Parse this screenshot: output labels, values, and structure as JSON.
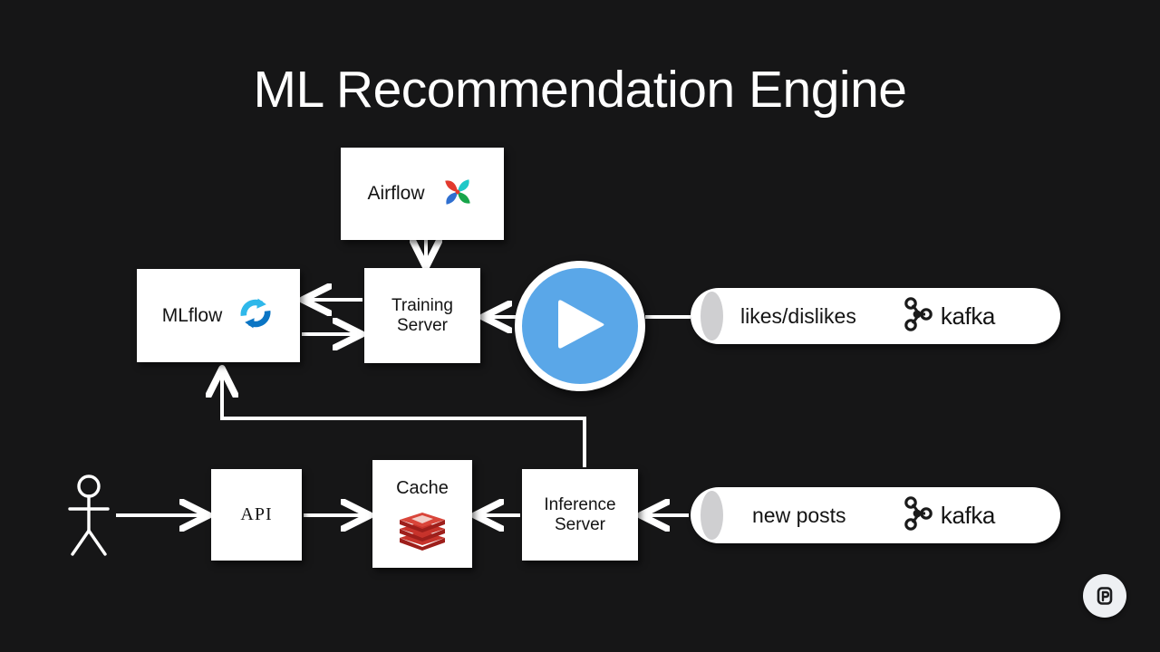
{
  "page": {
    "title": "ML Recommendation Engine",
    "background_color": "#161617",
    "node_fill": "#ffffff",
    "node_text_color": "#141414",
    "connector_color": "#ffffff",
    "accent_blue": "#5aa7e8"
  },
  "nodes": {
    "airflow": {
      "label": "Airflow",
      "icon": "airflow-pinwheel-icon"
    },
    "mlflow": {
      "label": "MLflow",
      "icon": "mlflow-refresh-icon"
    },
    "training_server": {
      "label": "Training\nServer",
      "line1": "Training",
      "line2": "Server"
    },
    "api": {
      "label": "API"
    },
    "cache": {
      "label": "Cache",
      "icon": "redis-stack-icon"
    },
    "inference_server": {
      "label": "Inference\nServer",
      "line1": "Inference",
      "line2": "Server"
    },
    "play_button": {
      "icon": "play-triangle-icon",
      "color": "#5aa7e8"
    },
    "actor": {
      "icon": "stick-figure-user-icon"
    },
    "watermark": {
      "icon": "app-logo-badge-icon",
      "glyph": "P"
    }
  },
  "queues": [
    {
      "id": "likes",
      "label": "likes/dislikes",
      "platform": "kafka",
      "icon": "kafka-logo-icon"
    },
    {
      "id": "posts",
      "label": "new posts",
      "platform": "kafka",
      "icon": "kafka-logo-icon"
    }
  ],
  "icon_colors": {
    "airflow_red": "#e23a2e",
    "airflow_teal": "#1ec8c8",
    "airflow_blue": "#2f6fd0",
    "airflow_green": "#17a54a",
    "mlflow_light": "#2fb8ea",
    "mlflow_dark": "#0b75c4",
    "redis_dark": "#9e1f1b",
    "redis_mid": "#c7332b",
    "redis_light": "#e45b4f",
    "kafka_black": "#1a1a1a"
  },
  "connections": [
    {
      "from": "airflow",
      "to": "training_server",
      "direction": "down"
    },
    {
      "from": "training_server",
      "to": "mlflow",
      "direction": "left"
    },
    {
      "from": "mlflow",
      "to": "training_server",
      "direction": "right"
    },
    {
      "from": "play_button",
      "to": "training_server",
      "direction": "left"
    },
    {
      "from": "likes_queue",
      "to": "play_button",
      "direction": "left"
    },
    {
      "from": "actor",
      "to": "api",
      "direction": "right"
    },
    {
      "from": "api",
      "to": "cache",
      "direction": "right"
    },
    {
      "from": "inference_server",
      "to": "cache",
      "direction": "left"
    },
    {
      "from": "posts_queue",
      "to": "inference_server",
      "direction": "left"
    },
    {
      "from": "inference_server",
      "to": "mlflow",
      "direction": "feedback-loop-up"
    }
  ]
}
